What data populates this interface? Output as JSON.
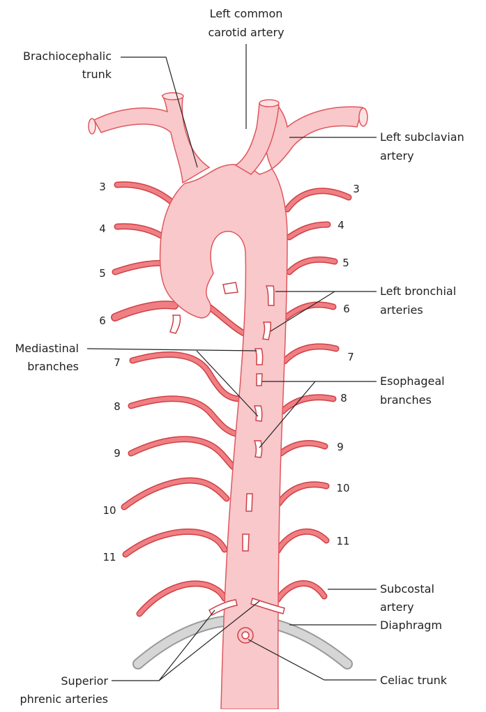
{
  "labels": {
    "left_common_carotid": [
      "Left common",
      "carotid artery"
    ],
    "brachiocephalic": [
      "Brachiocephalic",
      "trunk"
    ],
    "left_subclavian": [
      "Left subclavian",
      "artery"
    ],
    "left_bronchial": [
      "Left bronchial",
      "arteries"
    ],
    "mediastinal": [
      "Mediastinal",
      "branches"
    ],
    "esophageal": [
      "Esophageal",
      "branches"
    ],
    "subcostal": [
      "Subcostal",
      "artery"
    ],
    "diaphragm": "Diaphragm",
    "celiac": "Celiac trunk",
    "superior_phrenic": [
      "Superior",
      "phrenic arteries"
    ]
  },
  "rib_numbers": {
    "left": [
      "3",
      "4",
      "5",
      "6",
      "7",
      "8",
      "9",
      "10",
      "11"
    ],
    "right": [
      "3",
      "4",
      "5",
      "6",
      "7",
      "8",
      "9",
      "10",
      "11"
    ]
  },
  "colors": {
    "aorta_fill": "#f9c8cb",
    "aorta_stroke": "#e0565c",
    "artery_fill": "#ef7f82",
    "artery_stroke": "#cf3f46",
    "diaphragm": "#c8c8c8",
    "leader": "#222222"
  }
}
